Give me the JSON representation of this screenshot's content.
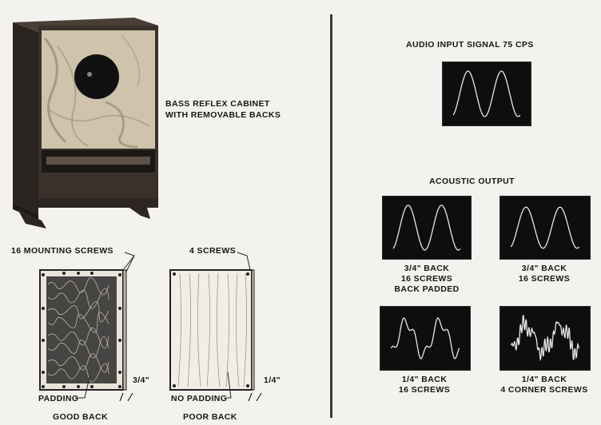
{
  "left": {
    "cabinet_caption": [
      "BASS REFLEX CABINET",
      "WITH REMOVABLE BACKS"
    ],
    "good_back": {
      "screws_label": "16 MOUNTING SCREWS",
      "padding_label": "PADDING",
      "thickness_label": "3/4\"",
      "caption": "GOOD BACK"
    },
    "poor_back": {
      "screws_label": "4 SCREWS",
      "padding_label": "NO PADDING",
      "thickness_label": "1/4\"",
      "caption": "POOR BACK"
    }
  },
  "right": {
    "input_title": "AUDIO INPUT SIGNAL 75 CPS",
    "output_title": "ACOUSTIC OUTPUT",
    "scopes": [
      {
        "line1": "3/4\" BACK",
        "line2": "16 SCREWS",
        "line3": "BACK PADDED"
      },
      {
        "line1": "3/4\" BACK",
        "line2": "16 SCREWS"
      },
      {
        "line1": "1/4\" BACK",
        "line2": "16 SCREWS"
      },
      {
        "line1": "1/4\" BACK",
        "line2": "4 CORNER SCREWS"
      }
    ]
  }
}
